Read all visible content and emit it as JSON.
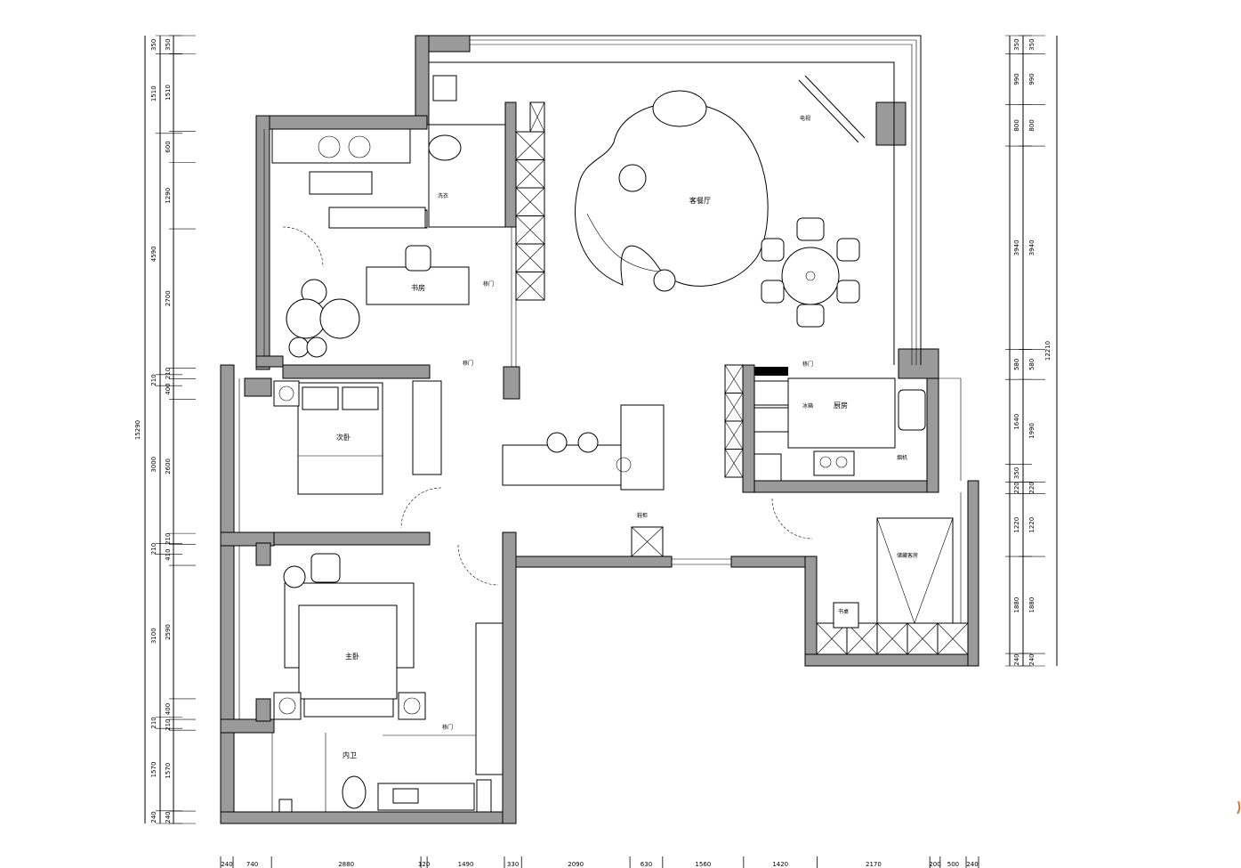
{
  "rooms": {
    "living_dining": "客餐厅",
    "study": "书房",
    "second_bedroom": "次卧",
    "master_bedroom": "主卧",
    "ensuite": "内卫",
    "kitchen": "厨房",
    "storage_guest": "储藏客房"
  },
  "notes": {
    "tv": "电视",
    "sliding_door_study": "移门",
    "sliding_door_hall": "移门",
    "kitchen_door": "移门",
    "fridge": "冰箱",
    "hood": "烟机",
    "bath_door": "移门",
    "shoe_cabinet": "鞋柜",
    "laundry": "洗衣",
    "desk": "书桌"
  },
  "dimensions": {
    "left_total": "15290",
    "left_outer": [
      350,
      1510,
      4590,
      210,
      3000,
      210,
      3100,
      210,
      1570,
      240
    ],
    "left_inner": [
      350,
      1510,
      600,
      1290,
      2700,
      210,
      400,
      2600,
      210,
      410,
      2590,
      400,
      210,
      1570,
      240
    ],
    "right_total": "12210",
    "right_outer": [
      350,
      990,
      800,
      3940,
      580,
      1640,
      350,
      220,
      1220,
      1880,
      240
    ],
    "right_inner": [
      350,
      990,
      800,
      3940,
      580,
      1990,
      220,
      1220,
      1880,
      240
    ],
    "bottom": [
      240,
      740,
      2880,
      120,
      1490,
      330,
      2090,
      630,
      1560,
      1420,
      2170,
      200,
      500,
      240
    ]
  },
  "colors": {
    "wall": "#9a9a9a",
    "line": "#000000",
    "accent": "#e8742a"
  }
}
